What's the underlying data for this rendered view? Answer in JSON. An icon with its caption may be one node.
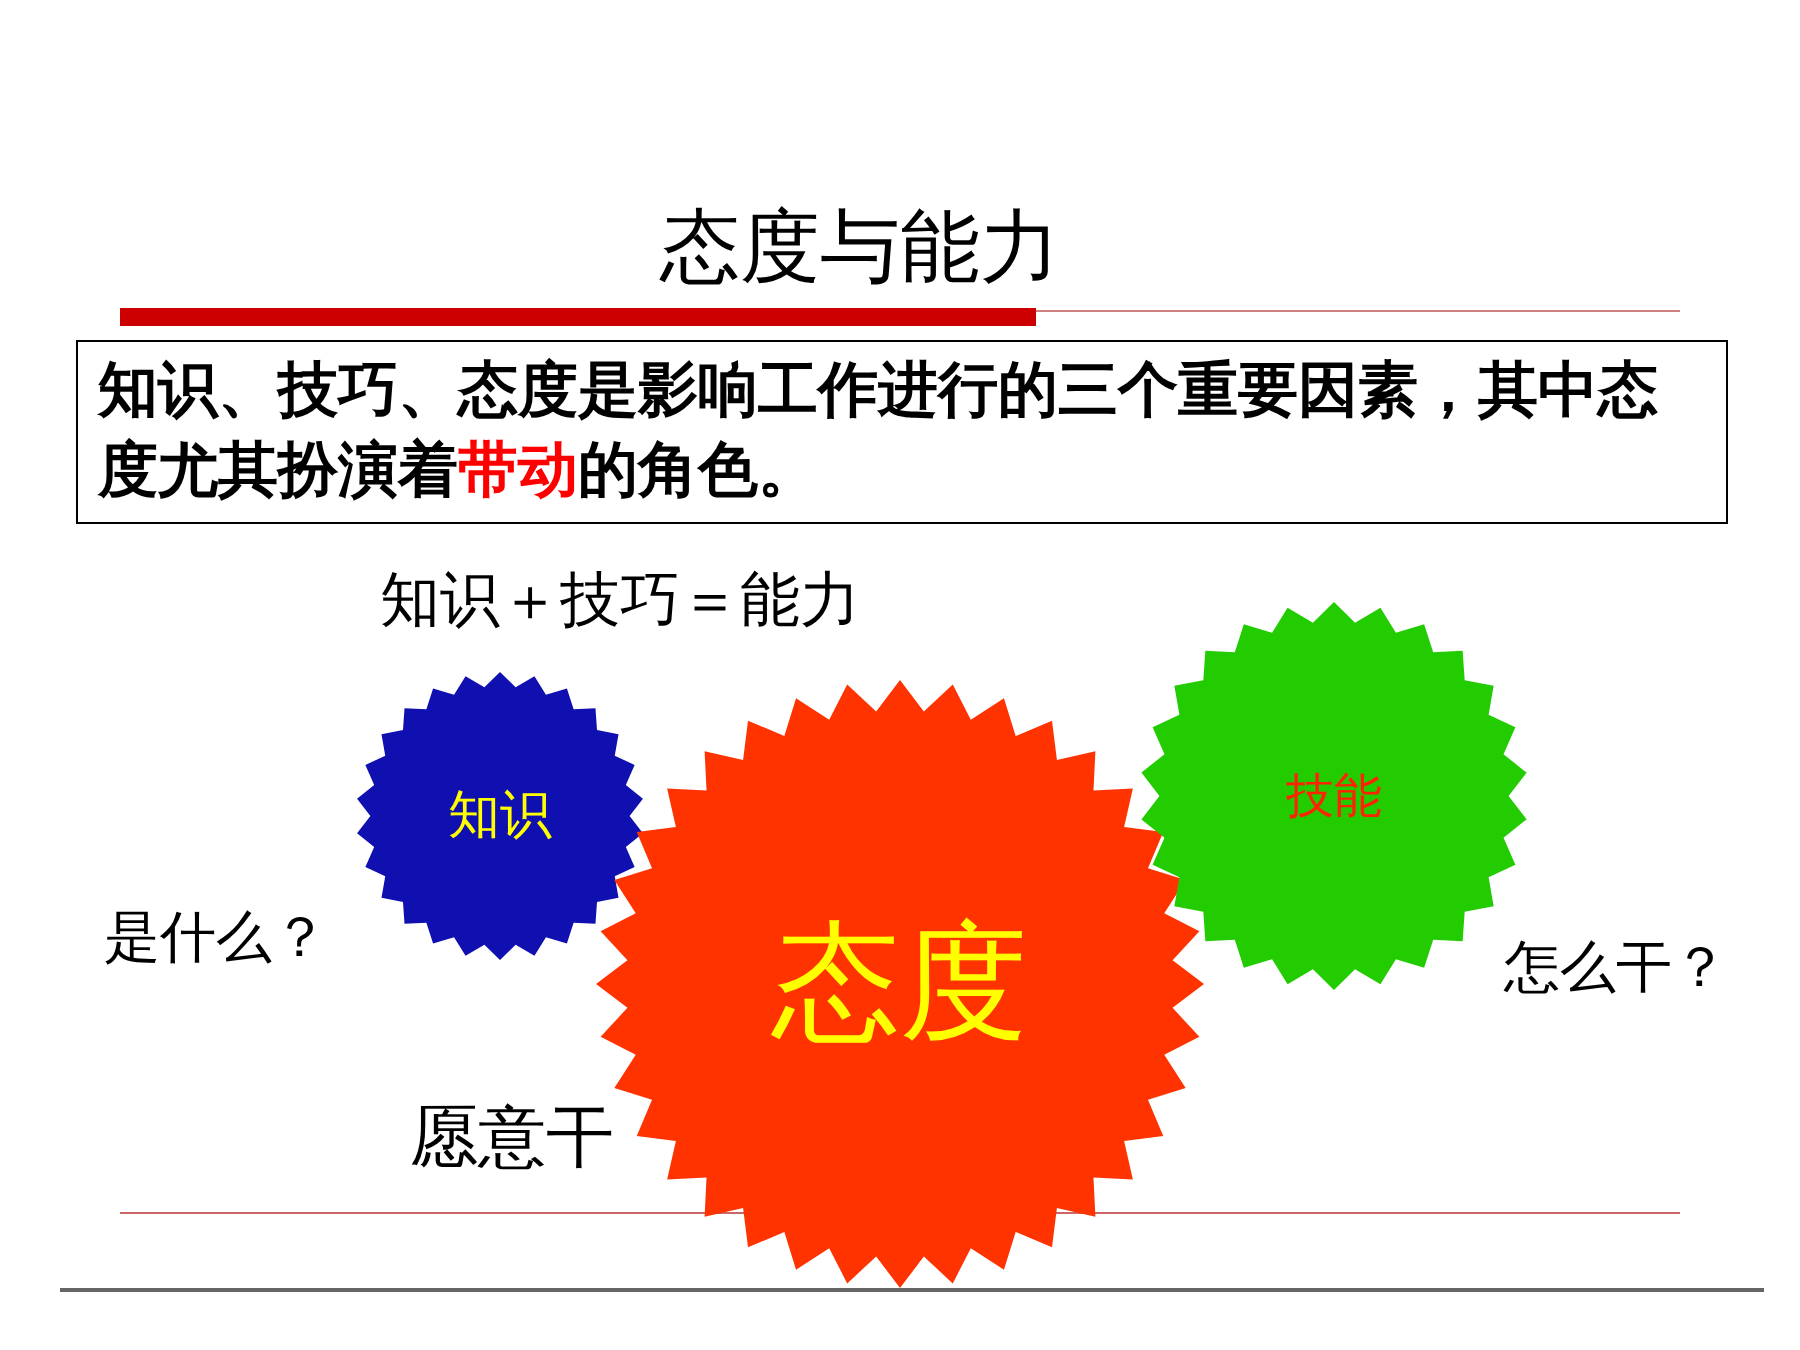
{
  "diagram": {
    "title": "态度与能力",
    "nodes": [
      {
        "text": [
          "知识、技巧、态度是影响工作进行的三个重要因素，其中态度尤其扮演着**带动**的角色。"
        ]
      },
      {
        "text": [
          "知识"
        ]
      },
      {
        "text": [
          "态度"
        ]
      },
      {
        "text": [
          "技能"
        ]
      }
    ],
    "labels": [
      "知识＋技巧＝能力",
      "是什么？",
      "怎么干？",
      "愿意干"
    ]
  }
}
